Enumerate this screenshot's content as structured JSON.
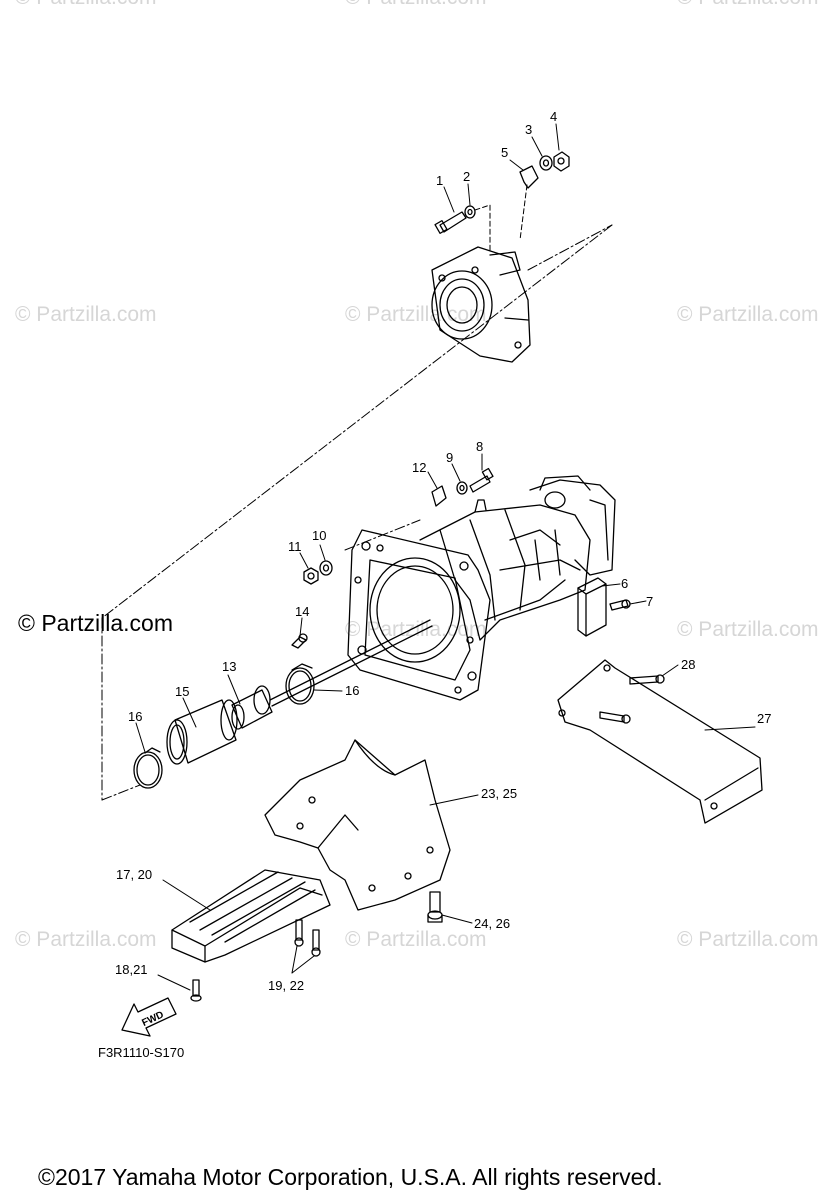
{
  "watermark": {
    "text": "© Partzilla.com",
    "color": "#d6d6d6"
  },
  "brand_mark": "© Partzilla.com",
  "diagram_code": "F3R1110-S170",
  "copyright": "©2017  Yamaha Motor Corporation, U.S.A. All rights reserved.",
  "direction_arrow": "FWD",
  "callouts": {
    "c1": "1",
    "c2": "2",
    "c3": "3",
    "c4": "4",
    "c5": "5",
    "c6": "6",
    "c7": "7",
    "c8": "8",
    "c9": "9",
    "c10": "10",
    "c11": "11",
    "c12": "12",
    "c13": "13",
    "c14": "14",
    "c15": "15",
    "c16a": "16",
    "c16b": "16",
    "c17_20": "17, 20",
    "c18_21": "18,21",
    "c19_22": "19, 22",
    "c23_25": "23, 25",
    "c24_26": "24, 26",
    "c27": "27",
    "c28": "28"
  }
}
